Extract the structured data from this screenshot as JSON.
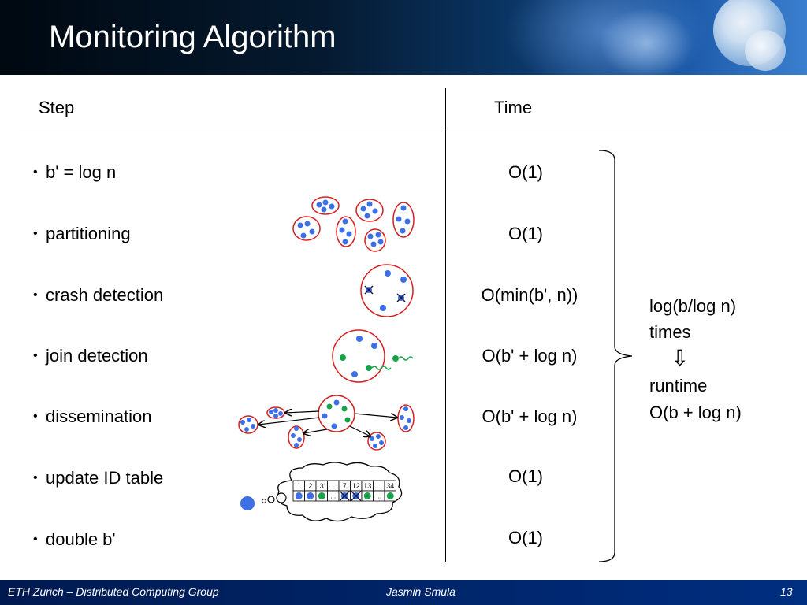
{
  "slide": {
    "title": "Monitoring Algorithm",
    "columns": {
      "step": "Step",
      "time": "Time"
    },
    "rows": [
      {
        "step": "b' = log n",
        "time": "O(1)"
      },
      {
        "step": "partitioning",
        "time": "O(1)"
      },
      {
        "step": "crash detection",
        "time": "O(min(b', n))"
      },
      {
        "step": "join detection",
        "time": "O(b' + log n)"
      },
      {
        "step": "dissemination",
        "time": "O(b' + log n)"
      },
      {
        "step": "update ID table",
        "time": "O(1)"
      },
      {
        "step": "double b'",
        "time": "O(1)"
      }
    ],
    "summary": {
      "line1": "log(b/log n)",
      "line2": "times",
      "arrow": "⇩",
      "line3": "runtime",
      "line4": "O(b + log n)"
    },
    "id_table": {
      "ids": [
        "1",
        "2",
        "3",
        "...",
        "7",
        "12",
        "13",
        "...",
        "34"
      ],
      "states": [
        "blue",
        "blue",
        "green",
        "...",
        "crossed",
        "crossed",
        "green",
        "...",
        "green"
      ]
    }
  },
  "footer": {
    "left": "ETH Zurich – Distributed Computing Group",
    "center": "Jasmin Smula",
    "page": "13"
  },
  "colors": {
    "node_blue": "#3d6fe8",
    "node_green": "#17a34a",
    "circle_red": "#d42020",
    "footer_bg": "#002e80"
  }
}
